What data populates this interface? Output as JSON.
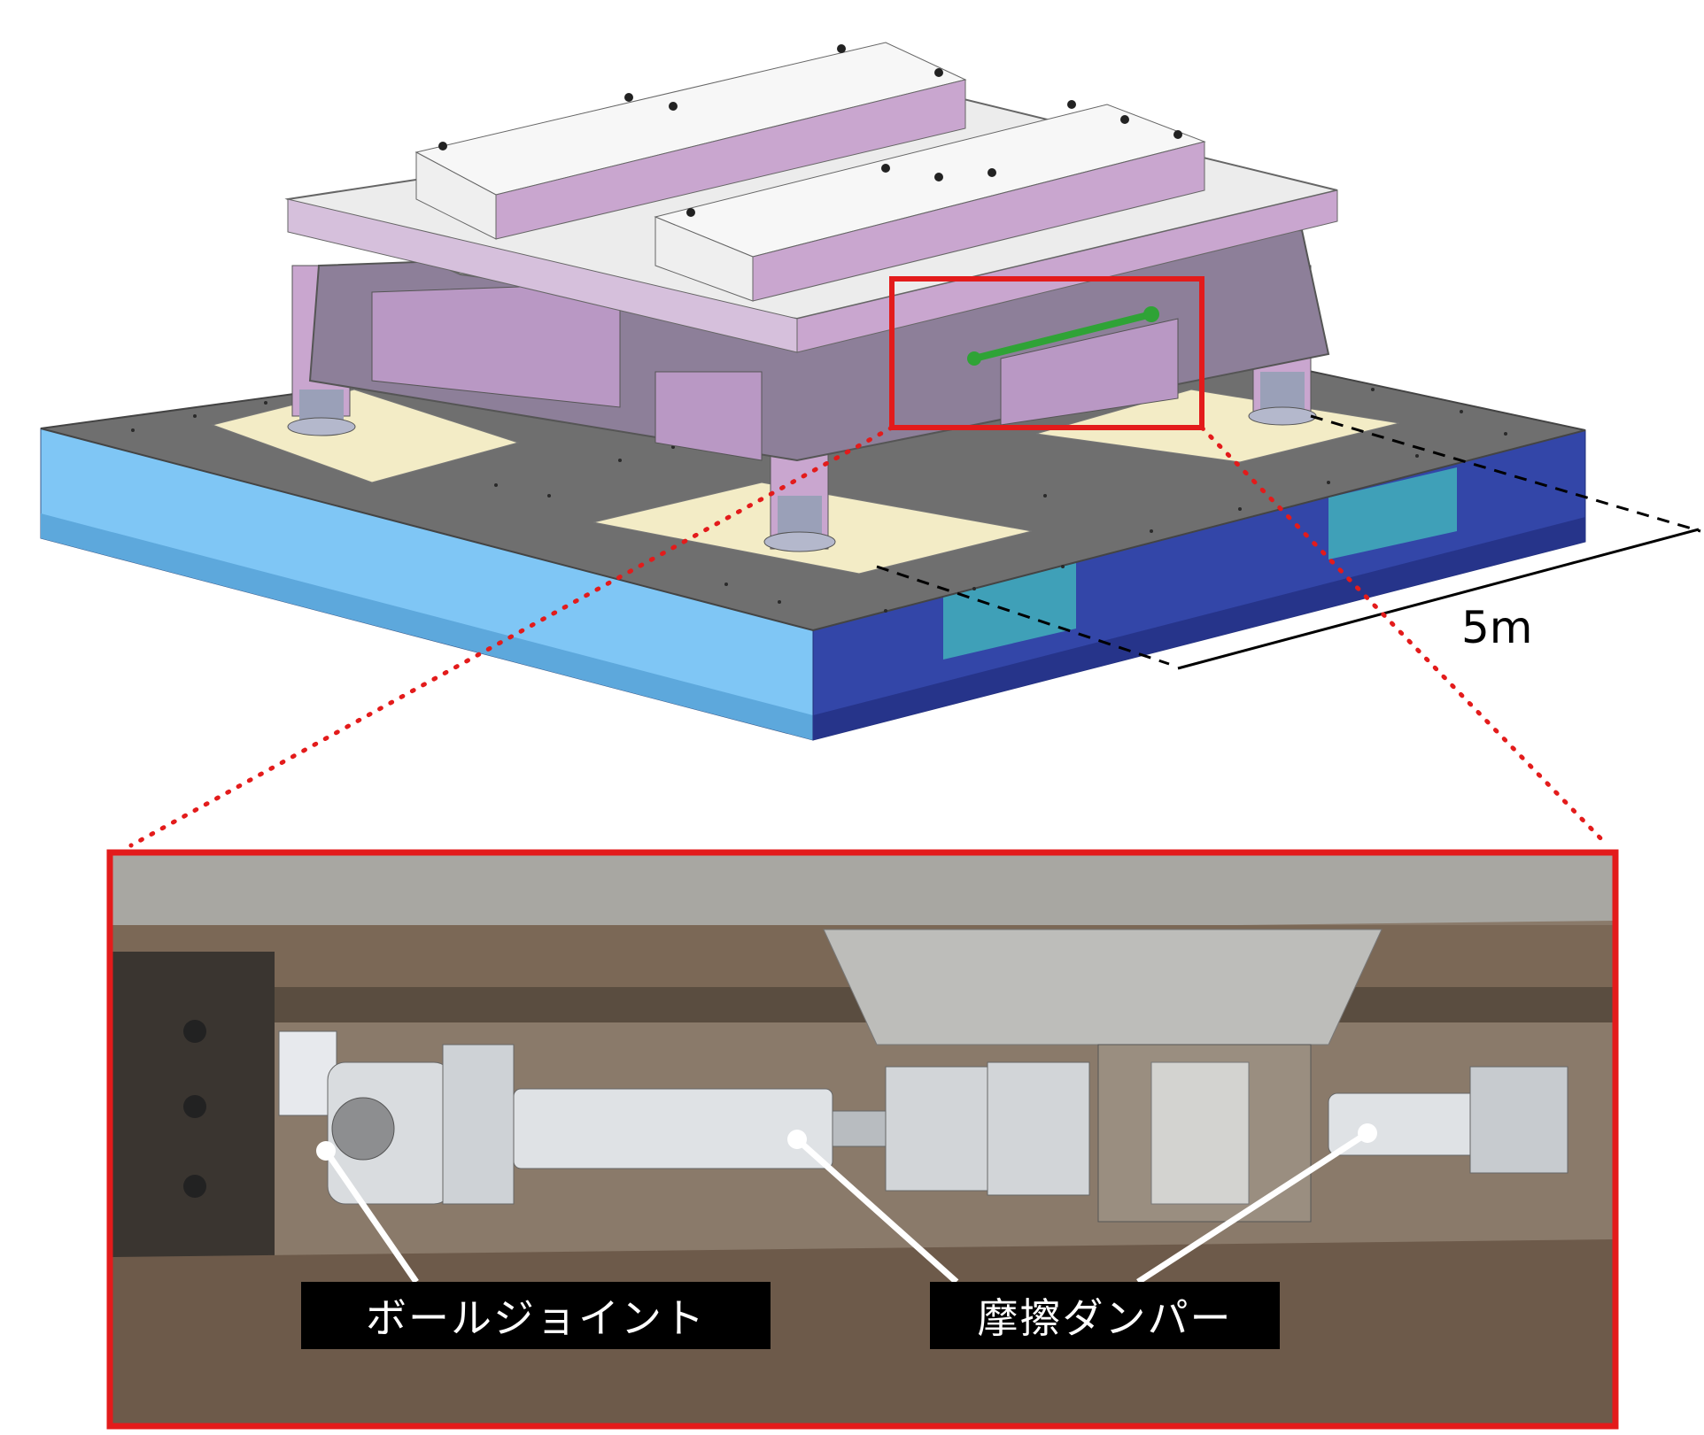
{
  "dimension": {
    "label": "5m"
  },
  "callouts": {
    "ball_joint": "ボールジョイント",
    "friction_damper": "摩擦ダンパー"
  },
  "colors": {
    "highlight_red": "#e31b1b",
    "platform_light_blue": "#7fc6f5",
    "platform_dark_blue": "#3346a8",
    "table_top_gray": "#6f6f6f",
    "pad_cream": "#f3ecc6",
    "structure_lavender": "#c9a6cf",
    "damper_green": "#2fa336"
  }
}
